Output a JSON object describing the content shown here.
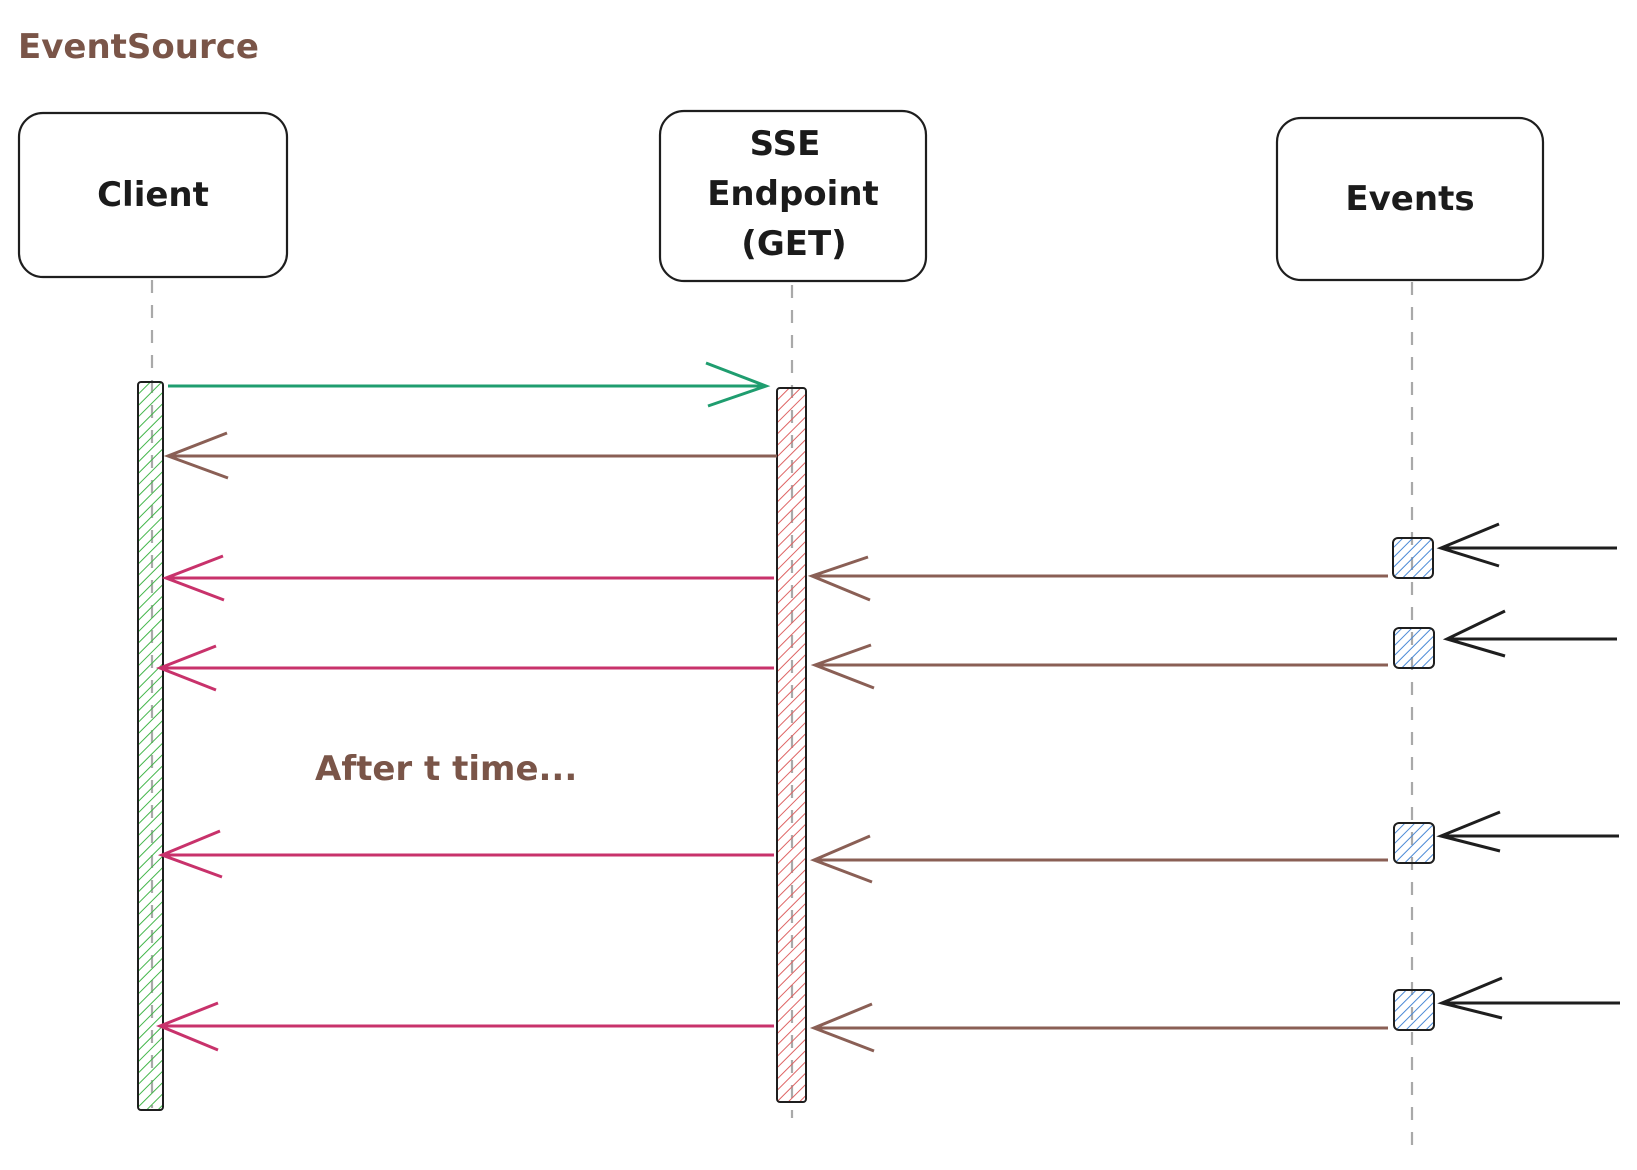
{
  "diagram": {
    "title": "EventSource",
    "participants": {
      "client": {
        "label": "Client"
      },
      "endpoint": {
        "line1": "SSE",
        "line2": "Endpoint",
        "line3": "(GET)"
      },
      "events": {
        "label": "Events"
      }
    },
    "note": "After t time..."
  },
  "colors": {
    "title": "#7a5548",
    "request_arrow": "#1f9d6f",
    "response_arrow": "#8a5f55",
    "event_to_client_arrow": "#c8326b",
    "incoming_event_arrow": "#1e1e1e",
    "client_activation": "#43b64a",
    "endpoint_activation": "#de6464",
    "event_marker": "#4a89d6"
  }
}
